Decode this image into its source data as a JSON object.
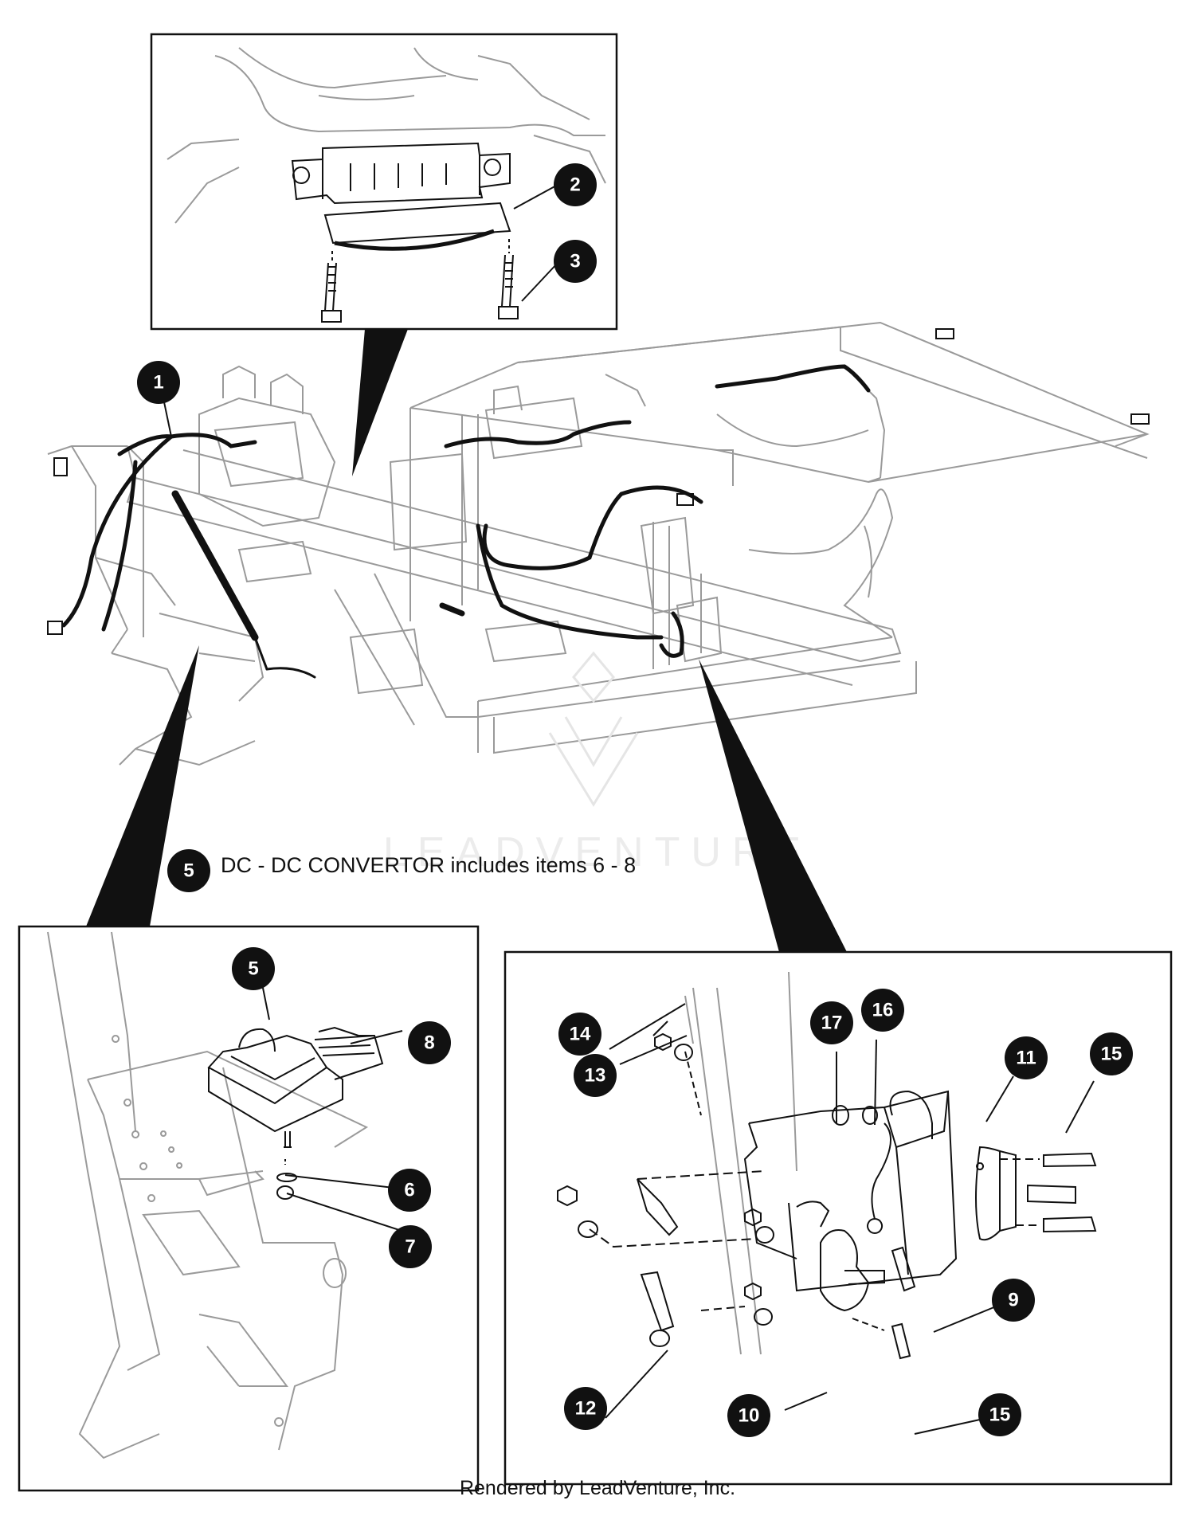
{
  "callouts": [
    {
      "id": "c1",
      "label": "1"
    },
    {
      "id": "c2",
      "label": "2"
    },
    {
      "id": "c3",
      "label": "3"
    },
    {
      "id": "c5n",
      "label": "5"
    },
    {
      "id": "c5",
      "label": "5"
    },
    {
      "id": "c6",
      "label": "6"
    },
    {
      "id": "c7",
      "label": "7"
    },
    {
      "id": "c8",
      "label": "8"
    },
    {
      "id": "c9",
      "label": "9"
    },
    {
      "id": "c10",
      "label": "10"
    },
    {
      "id": "c11",
      "label": "11"
    },
    {
      "id": "c12",
      "label": "12"
    },
    {
      "id": "c13",
      "label": "13"
    },
    {
      "id": "c14",
      "label": "14"
    },
    {
      "id": "c15a",
      "label": "15"
    },
    {
      "id": "c15b",
      "label": "15"
    },
    {
      "id": "c16",
      "label": "16"
    },
    {
      "id": "c17",
      "label": "17"
    }
  ],
  "note": "DC - DC CONVERTOR includes items 6 - 8",
  "watermark": "LEADVENTURE",
  "footer": "Rendered by LeadVenture, Inc."
}
